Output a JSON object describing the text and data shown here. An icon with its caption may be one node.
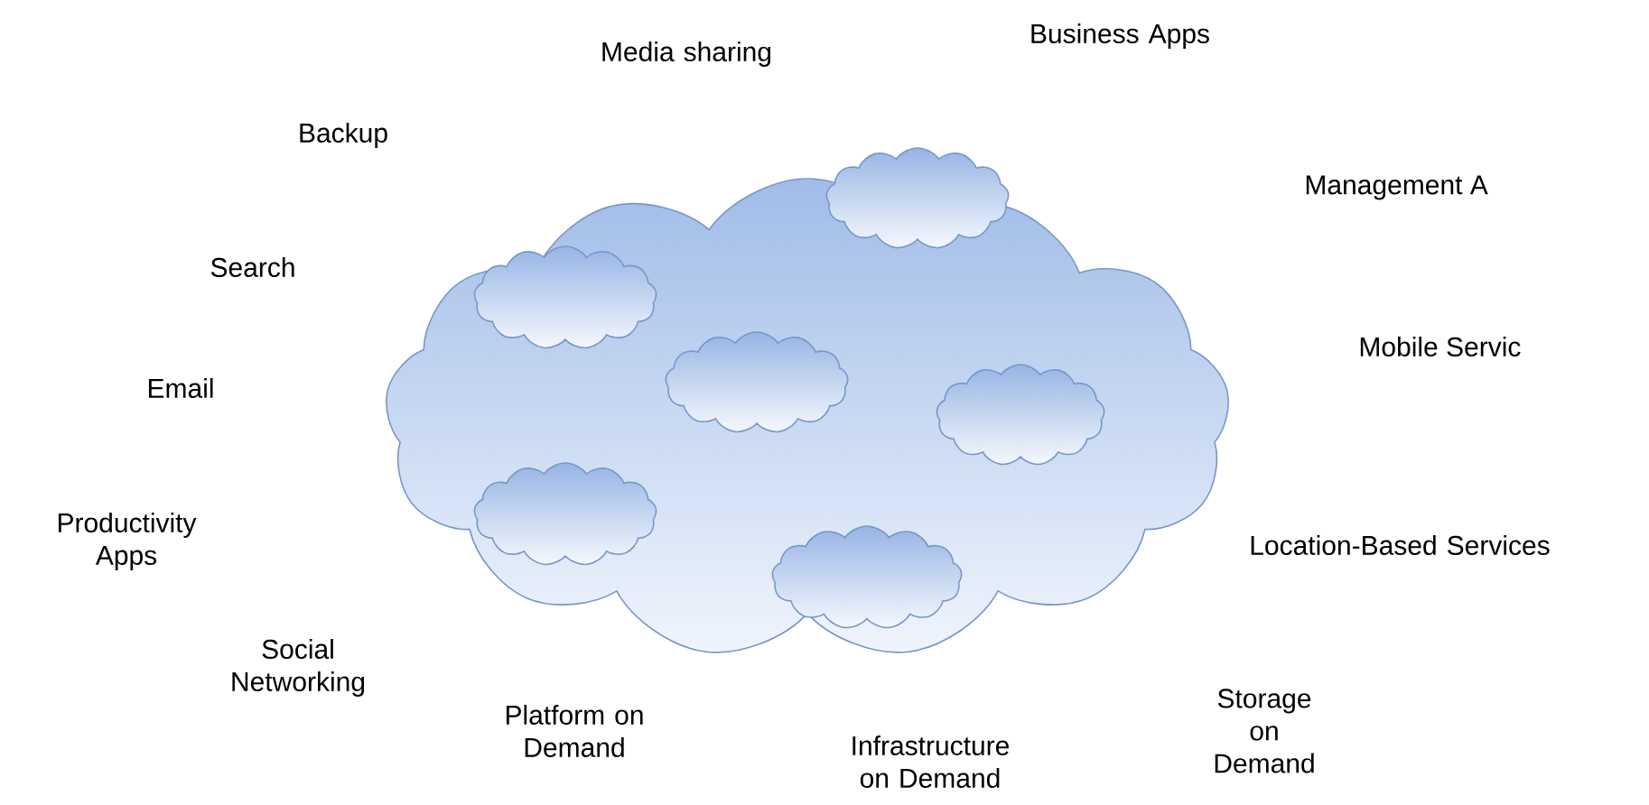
{
  "diagram": {
    "nodes": [
      {
        "text": [],
        "shape": "cloud"
      },
      {
        "text": [],
        "shape": "cloud",
        "in": 0
      },
      {
        "text": [],
        "shape": "cloud",
        "in": 0
      },
      {
        "text": [],
        "shape": "cloud",
        "in": 0
      },
      {
        "text": [],
        "shape": "cloud",
        "in": 0
      },
      {
        "text": [],
        "shape": "cloud",
        "in": 0
      },
      {
        "text": [],
        "shape": "cloud",
        "in": 0
      }
    ],
    "labels": [
      "Media sharing",
      "Business Apps",
      "Backup",
      "Management A",
      "Search",
      "Mobile Servic",
      "Email",
      "Productivity Apps",
      "Location-Based Services",
      "Social Networking",
      "Platform on Demand",
      "Storage on Demand",
      "Infrastructure on Demand"
    ]
  }
}
